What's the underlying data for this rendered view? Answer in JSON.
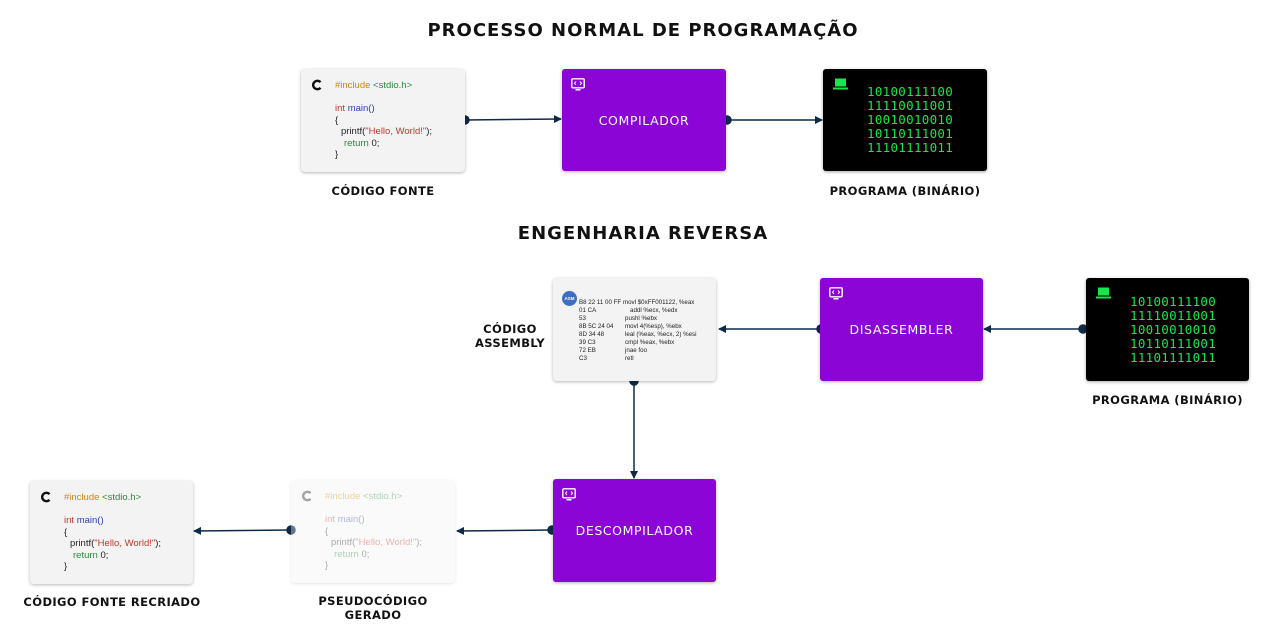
{
  "titles": {
    "normal": "PROCESSO NORMAL DE PROGRAMAÇÃO",
    "reverse": "ENGENHARIA REVERSA"
  },
  "labels": {
    "source_code": "CÓDIGO FONTE",
    "program_binary_top": "PROGRAMA (BINÁRIO)",
    "program_binary_bottom": "PROGRAMA (BINÁRIO)",
    "assembly_line1": "CÓDIGO",
    "assembly_line2": "ASSEMBLY",
    "recreated_source": "CÓDIGO FONTE RECRIADO",
    "pseudo_line1": "PSEUDOCÓDIGO",
    "pseudo_line2": "GERADO"
  },
  "processes": {
    "compiler": "COMPILADOR",
    "disassembler": "DISASSEMBLER",
    "decompiler": "DESCOMPILADOR"
  },
  "binary_lines": [
    "10100111100",
    "11110011001",
    "10010010010",
    "10110111001",
    "11101111011"
  ],
  "c_code": {
    "include_kw": "#include",
    "include_hdr": "<stdio.h>",
    "type": "int",
    "main": "main()",
    "open_brace": "{",
    "printf": "printf(",
    "string": "\"Hello, World!\"",
    "printf_end": ");",
    "return_kw": "return",
    "return_val": "0;",
    "close_brace": "}"
  },
  "asm_logo": "ASM",
  "asm_lines": [
    [
      "B8 22 11 00 FF",
      "movl $0xFF001122, %eax"
    ],
    [
      "01 CA",
      "addl %ecx, %edx"
    ],
    [
      "53",
      "pushl %ebx"
    ],
    [
      "8B 5C 24 04",
      "movl 4(%esp), %ebx"
    ],
    [
      "8D 34 48",
      "leal (%eax, %ecx, 2) %esi"
    ],
    [
      "39 C3",
      "cmpl %eax, %ebx"
    ],
    [
      "72 EB",
      "jnae foo"
    ],
    [
      "C3",
      "retl"
    ]
  ],
  "colors": {
    "process": "#8a05d6",
    "binary_text": "#19e64a",
    "arrow": "#0d2a4a"
  },
  "icons": {
    "c_logo": "c-language-icon",
    "monitor": "code-monitor-icon",
    "laptop": "laptop-icon"
  }
}
